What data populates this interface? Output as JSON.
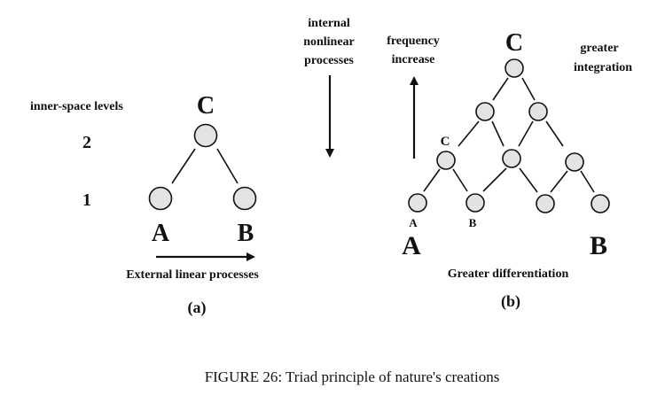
{
  "panel_a": {
    "levels_title": "inner-space levels",
    "level_2": "2",
    "level_1": "1",
    "top_label": "C",
    "left_label": "A",
    "right_label": "B",
    "arrow_label": "External linear processes",
    "panel_label": "(a)"
  },
  "middle": {
    "internal_line1": "internal",
    "internal_line2": "nonlinear",
    "internal_line3": "processes",
    "frequency_line1": "frequency",
    "frequency_line2": "increase"
  },
  "panel_b": {
    "top_label": "C",
    "integration_line1": "greater",
    "integration_line2": "integration",
    "sub_c_label": "C",
    "sub_a_label": "A",
    "sub_b_label": "B",
    "big_a_label": "A",
    "big_b_label": "B",
    "differentiation_label": "Greater differentiation",
    "panel_label": "(b)"
  },
  "caption": "FIGURE 26:  Triad principle of nature's creations",
  "colors": {
    "node_fill": "#e3e3e3",
    "ink": "#111111"
  }
}
